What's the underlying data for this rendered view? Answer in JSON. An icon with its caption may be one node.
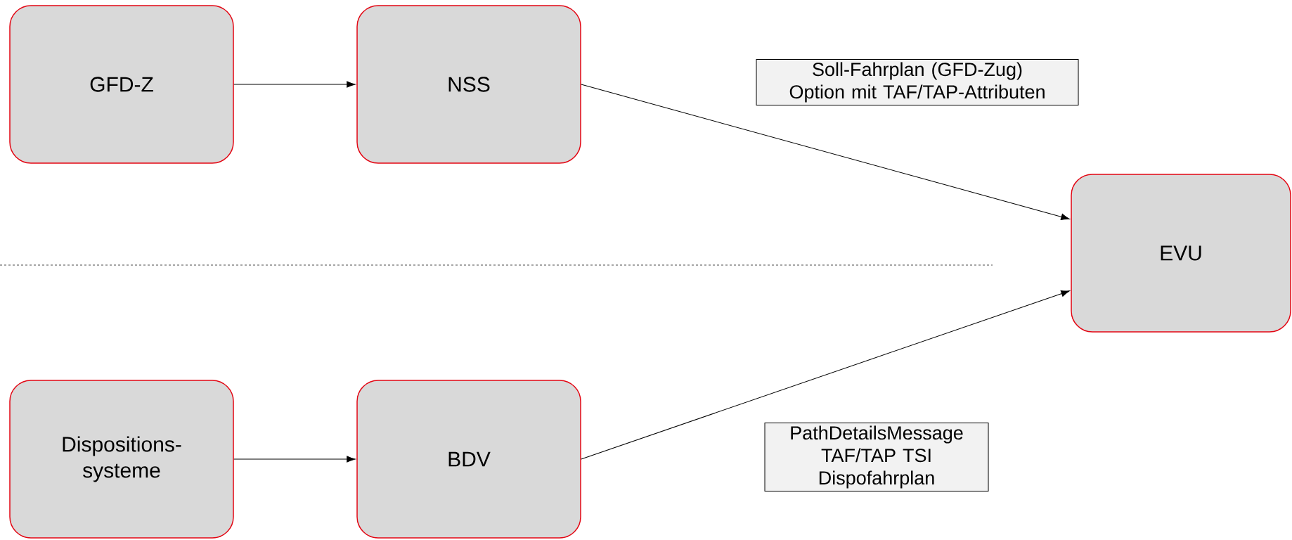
{
  "diagram": {
    "nodes": [
      {
        "text": [
          "GFD-Z"
        ]
      },
      {
        "text": [
          "NSS"
        ]
      },
      {
        "text": [
          "EVU"
        ]
      },
      {
        "text": [
          "Dispositions- systeme"
        ]
      },
      {
        "text": [
          "BDV"
        ]
      }
    ],
    "edges": [
      {
        "from": 0,
        "to": 1,
        "arrow": "to"
      },
      {
        "from": 1,
        "to": 2,
        "arrow": "to",
        "label": "Soll-Fahrplan (GFD-Zug) Option mit TAF/TAP-Attributen"
      },
      {
        "from": 3,
        "to": 4,
        "arrow": "to"
      },
      {
        "from": 4,
        "to": 2,
        "arrow": "to",
        "label": "PathDetailsMessage TAF/TAP TSI Dispofahrplan"
      }
    ]
  }
}
